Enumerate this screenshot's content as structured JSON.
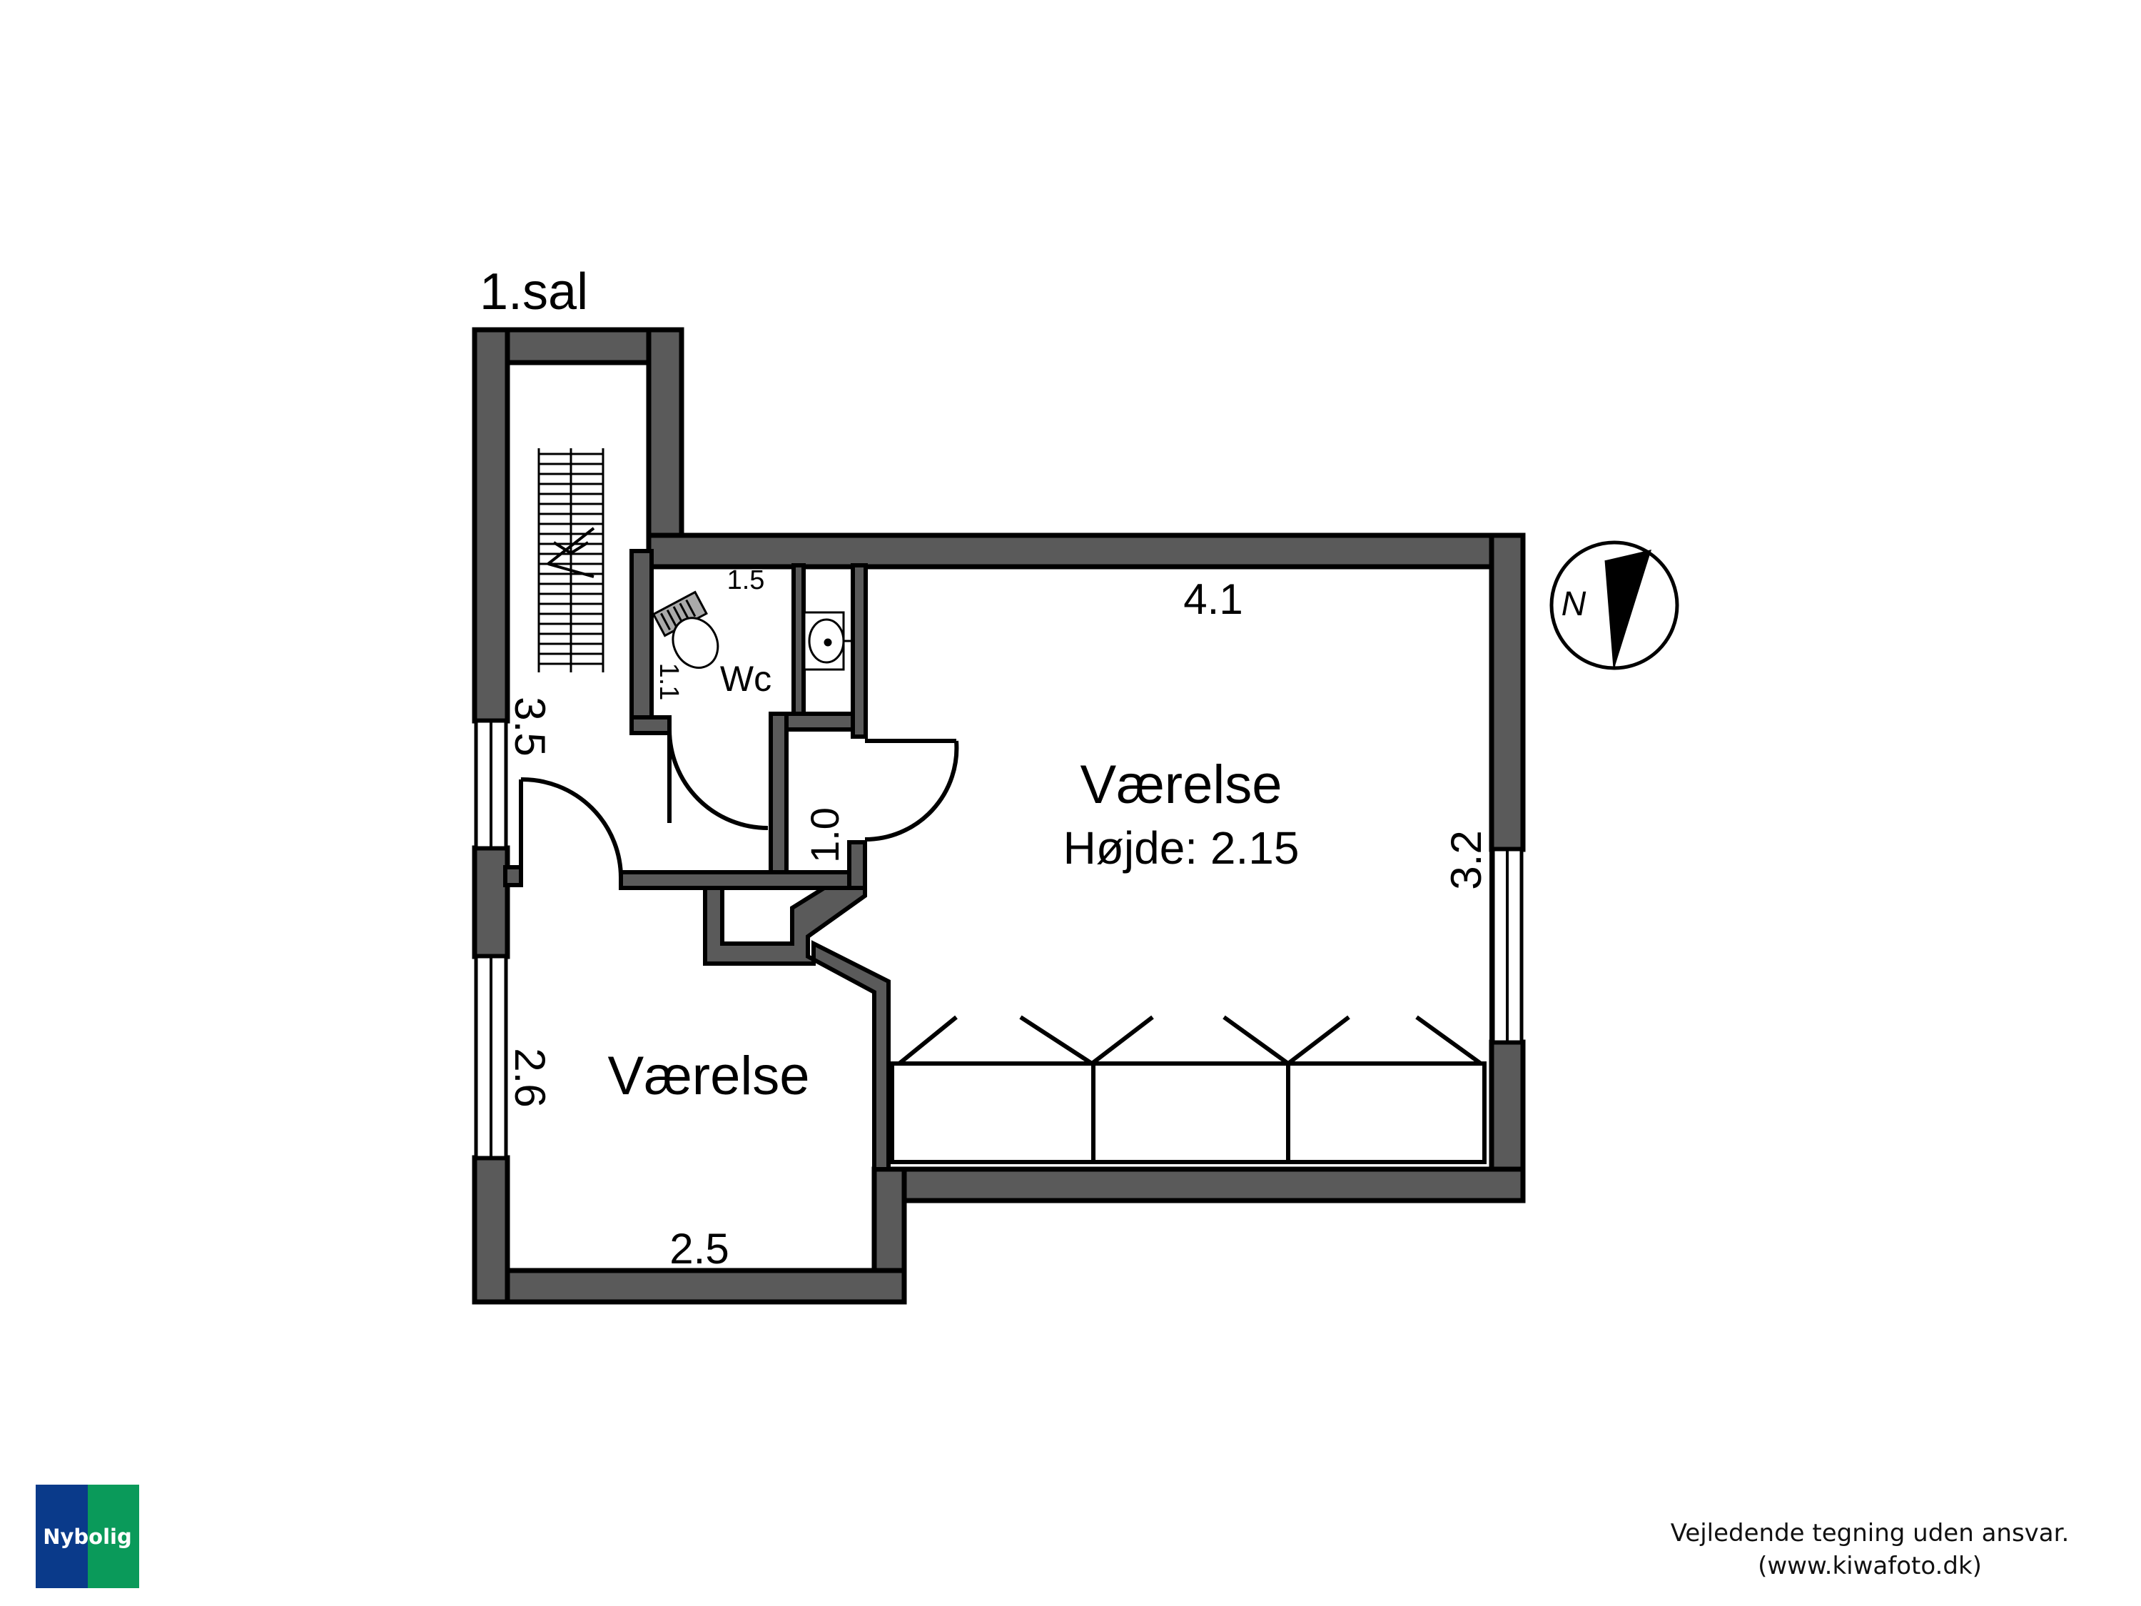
{
  "floor": {
    "label": "1.sal"
  },
  "rooms": [
    {
      "name": "Værelse",
      "height_label": "Højde: 2.15"
    },
    {
      "name": "Værelse"
    },
    {
      "name": "Wc"
    }
  ],
  "dimensions": {
    "room1_width": "4.1",
    "room1_depth": "3.2",
    "room2_width": "2.5",
    "room2_depth": "2.6",
    "hall_length": "3.5",
    "hall_width": "1.0",
    "wc_width": "1.5",
    "wc_depth": "1.1"
  },
  "compass": {
    "label": "N"
  },
  "brand": {
    "logo_text": "Nybolig"
  },
  "footer": {
    "line1": "Vejledende tegning uden ansvar.",
    "line2": "(www.kiwafoto.dk)"
  },
  "colors": {
    "wall": "#5a5a5a",
    "outline": "#000000",
    "logo_blue": "#0a3a8a",
    "logo_green": "#0a9a5a"
  }
}
